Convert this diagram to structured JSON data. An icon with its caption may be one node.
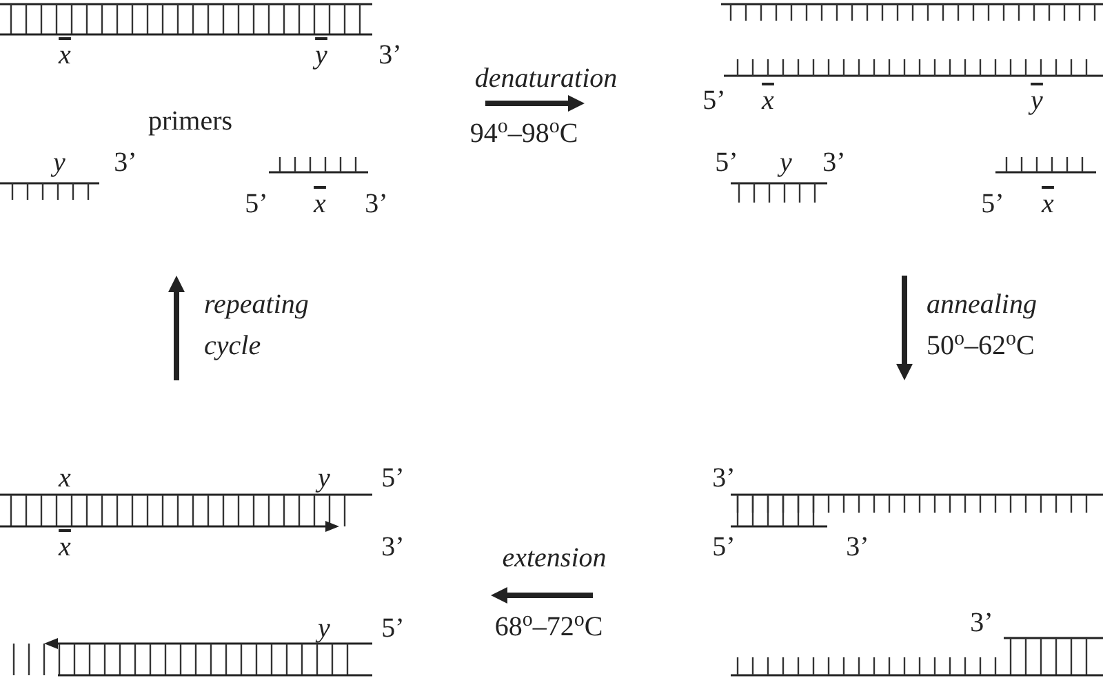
{
  "diagram": {
    "labels": [
      "x",
      "y",
      "3’",
      "primers",
      "y",
      "3’",
      "5’",
      "x",
      "3’",
      "denaturation",
      "94$^{o}$–98$^{o}$C",
      "5’",
      "x",
      "y",
      "5’",
      "y",
      "3’",
      "5’",
      "x",
      "repeating cycle",
      "annealing",
      "50$^{o}$–62$^{o}$C",
      "x",
      "y",
      "5’",
      "x",
      "3’",
      "y",
      "5’",
      "extension",
      "68$^{o}$–72$^{o}$C",
      "3’",
      "5’",
      "3’",
      "3’"
    ]
  }
}
